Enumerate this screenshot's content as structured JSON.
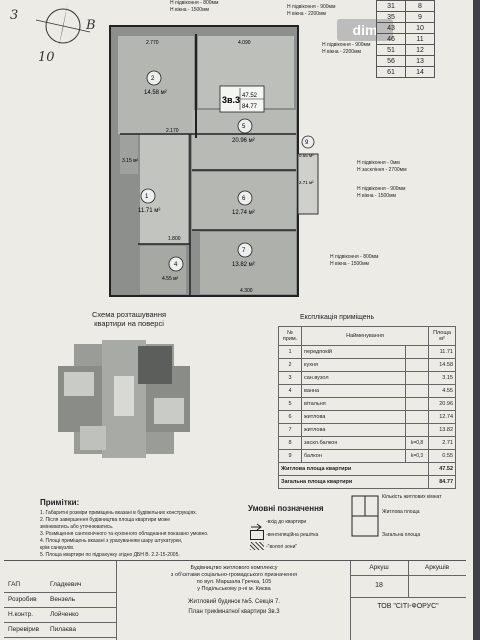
{
  "handwriting": {
    "left_num": "3",
    "b_letter": "B",
    "below_num": "10"
  },
  "watermark": "dim",
  "top_table": [
    [
      "31",
      "8"
    ],
    [
      "35",
      "9"
    ],
    [
      "43",
      "10"
    ],
    [
      "46",
      "11"
    ],
    [
      "51",
      "12"
    ],
    [
      "56",
      "13"
    ],
    [
      "61",
      "14"
    ]
  ],
  "windows": [
    "Н підвіконня - 800мм",
    "Н вікна - 1500мм",
    "Н підвіконня - 900мм",
    "Н вікна - 2200мм",
    "Н підвіконня - 900мм",
    "Н вікна - 2200мм",
    "Н підвіконня - 0мм",
    "Н заскління - 2700мм",
    "Н підвіконня - 900мм",
    "Н вікна - 1500мм",
    "Н підвіконня - 800мм",
    "Н вікна - 1500мм"
  ],
  "plan": {
    "apartment_label": "3в.3",
    "living_area": "47.52",
    "total_area": "84.77",
    "rooms": [
      {
        "num": "1",
        "area": "11.71 м²"
      },
      {
        "num": "2",
        "area": "14.58 м²"
      },
      {
        "num": "3",
        "area": "3.15 м²"
      },
      {
        "num": "4",
        "area": "4.55 м²"
      },
      {
        "num": "5",
        "area": "20.96 м²"
      },
      {
        "num": "6",
        "area": "12.74 м²"
      },
      {
        "num": "7",
        "area": "13.82 м²"
      },
      {
        "num": "8",
        "area": "2.71 м²"
      },
      {
        "num": "9",
        "area": "0.55 м²"
      }
    ],
    "dims": [
      "2.770",
      "4.090",
      "2.170",
      "1.800",
      "4.300"
    ]
  },
  "scheme": {
    "title_line1": "Схема розташування",
    "title_line2": "квартири на поверсі"
  },
  "explication": {
    "title": "Експлікація приміщень",
    "head": {
      "num": "№ прим.",
      "name": "Найменування",
      "area": "Площа м²"
    },
    "rows": [
      {
        "num": "1",
        "name": "передпокій",
        "coef": "",
        "area": "11.71"
      },
      {
        "num": "2",
        "name": "кухня",
        "coef": "",
        "area": "14.58"
      },
      {
        "num": "3",
        "name": "сан.вузол",
        "coef": "",
        "area": "3.15"
      },
      {
        "num": "4",
        "name": "ванна",
        "coef": "",
        "area": "4.55"
      },
      {
        "num": "5",
        "name": "вітальня",
        "coef": "",
        "area": "20.96"
      },
      {
        "num": "6",
        "name": "житлова",
        "coef": "",
        "area": "12.74"
      },
      {
        "num": "7",
        "name": "житлова",
        "coef": "",
        "area": "13.82"
      },
      {
        "num": "8",
        "name": "заскл.балкон",
        "coef": "k=0,8",
        "area": "2.71"
      },
      {
        "num": "9",
        "name": "балкон",
        "coef": "k=0,3",
        "area": "0.55"
      }
    ],
    "living_total_label": "Житлова площа квартири",
    "living_total": "47.52",
    "total_label": "Загальна площа квартири",
    "total": "84.77"
  },
  "notes": {
    "title": "Примітки:",
    "lines": [
      "1. Габаритні розміри приміщень вказані в будівельних конструкціях.",
      "2. Після завершення будівництва площа квартири може",
      "змінюватись або уточнюватись.",
      "3. Розміщення сантехнічного та кухонного обладнання  показано умовно.",
      "4. Площі приміщень вказані з урахуванням шару штукатурки,",
      "крім санвузлів.",
      "5. Площа квартири по підрахунку згідно ДБН В. 2.2-15-2005."
    ]
  },
  "legend": {
    "title": "Умовні позначення",
    "items": [
      "-вхід до квартири",
      "-вентиляційна решітка",
      "-\"вологі зони\""
    ],
    "right_items": [
      "Кількість житлових кімнат",
      "Житлова площа",
      "Загальна площа"
    ]
  },
  "stamp": {
    "roles": [
      {
        "role": "ГАП",
        "name": "Гладкевич"
      },
      {
        "role": "Розробив",
        "name": "Вензель"
      },
      {
        "role": "Н.контр.",
        "name": "Лойченко"
      },
      {
        "role": "Перевірив",
        "name": "Пилаєва"
      }
    ],
    "project": [
      "Будівництво житлового комплексу",
      "з об'єктами соціально-громадського призначення",
      "по вул. Маршала Гречка, 105",
      "у Подільському р-ні м. Києва"
    ],
    "sheet_labels": {
      "sheet": "Аркуш",
      "sheets": "Аркушів",
      "sheet_num": "18"
    },
    "building": "Житловий будинок №5. Секція 7.",
    "plan_title": "План трикімнатної квартири 3в.3",
    "company": "ТОВ \"СІТІ-ФОРУС\""
  }
}
